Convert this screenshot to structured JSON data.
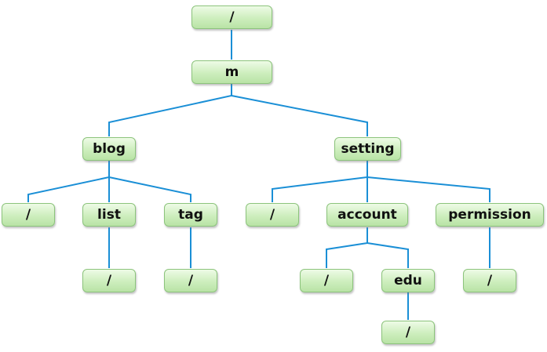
{
  "nodes": [
    {
      "id": "root",
      "label": "/"
    },
    {
      "id": "m",
      "label": "m"
    },
    {
      "id": "blog",
      "label": "blog"
    },
    {
      "id": "setting",
      "label": "setting"
    },
    {
      "id": "blog-root",
      "label": "/"
    },
    {
      "id": "list",
      "label": "list"
    },
    {
      "id": "tag",
      "label": "tag"
    },
    {
      "id": "setting-root",
      "label": "/"
    },
    {
      "id": "account",
      "label": "account"
    },
    {
      "id": "permission",
      "label": "permission"
    },
    {
      "id": "list-root",
      "label": "/"
    },
    {
      "id": "tag-root",
      "label": "/"
    },
    {
      "id": "account-root",
      "label": "/"
    },
    {
      "id": "edu",
      "label": "edu"
    },
    {
      "id": "permission-root",
      "label": "/"
    },
    {
      "id": "edu-root",
      "label": "/"
    }
  ],
  "colors": {
    "edge": "#1a8fd6",
    "node_border": "#8cc47c",
    "node_fill": "#cdeebd"
  }
}
